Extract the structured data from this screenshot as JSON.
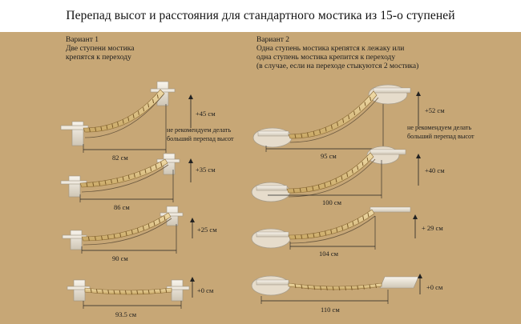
{
  "title": "Перепад высот и расстояния для стандартного мостика из 15-о ступеней",
  "variant1": {
    "heading": "Вариант 1",
    "desc": [
      "Две ступени мостика",
      "крепятся к переходу"
    ],
    "rows": [
      {
        "height": "+45 см",
        "distance": "82 см"
      },
      {
        "height": "+35 см",
        "distance": "86 см"
      },
      {
        "height": "+25 см",
        "distance": "90 см"
      },
      {
        "height": "+0 см",
        "distance": "93.5 см"
      }
    ],
    "note": [
      "не рекомендуем делать",
      "больший перепад высот"
    ]
  },
  "variant2": {
    "heading": "Вариант 2",
    "desc": [
      "Одна ступень мостика крепятся к лежаку или",
      "одна ступень мостика крепится к переходу",
      "(в случае, если на переходе стыкуются 2 мостика)"
    ],
    "rows": [
      {
        "height": "+52 см",
        "distance": "95 см"
      },
      {
        "height": "+40 см",
        "distance": "100 см"
      },
      {
        "height": "+ 29 см",
        "distance": "104 см"
      },
      {
        "height": "+0 см",
        "distance": "110 см"
      }
    ],
    "note": [
      "не рекомендуем делать",
      "больший перепад высот"
    ]
  },
  "colors": {
    "background": "#c7a776",
    "wood": "#e3c98f",
    "shelf": "#efe9de"
  }
}
